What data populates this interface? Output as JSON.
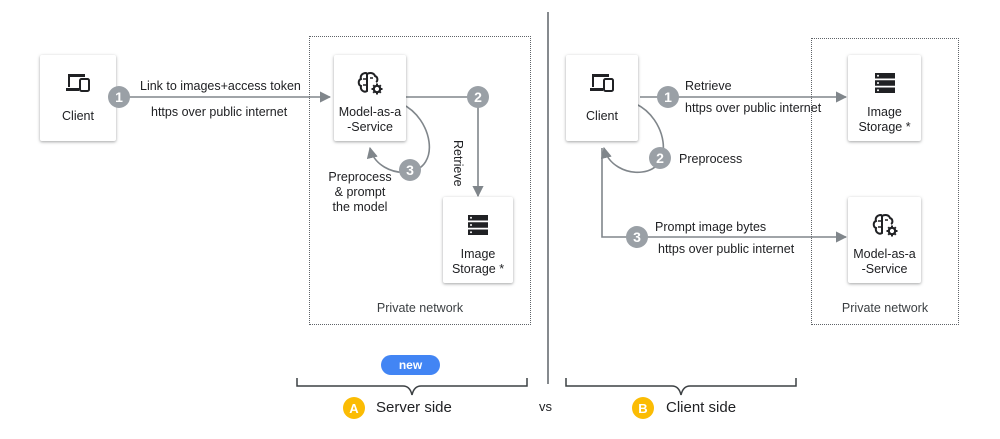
{
  "panel_a": {
    "client_label": "Client",
    "maas_label": "Model-as-a\n-Service",
    "storage_label": "Image\nStorage *",
    "private_network_label": "Private network",
    "step1_text_line1": "Link to images+access token",
    "step1_text_line2": "https over public internet",
    "step2_text": "Retrieve",
    "step3_text": "Preprocess\n& prompt\nthe model",
    "step_numbers": [
      "1",
      "2",
      "3"
    ],
    "new_badge": "new",
    "footer_badge": "A",
    "footer_title": "Server side"
  },
  "vs_label": "vs",
  "panel_b": {
    "client_label": "Client",
    "storage_label": "Image\nStorage *",
    "maas_label": "Model-as-a\n-Service",
    "private_network_label": "Private network",
    "step1_text_line1": "Retrieve",
    "step1_text_line2": "https over public internet",
    "step2_text": "Preprocess",
    "step3_text_line1": "Prompt image bytes",
    "step3_text_line2": "https over public internet",
    "step_numbers": [
      "1",
      "2",
      "3"
    ],
    "footer_badge": "B",
    "footer_title": "Client side"
  },
  "colors": {
    "step_circle": "#9aa0a6",
    "connector": "#80868b",
    "new_pill": "#4285f4",
    "footer_badge": "#fbbc04"
  },
  "icons": {
    "client": "devices-icon",
    "maas": "brain-gear-icon",
    "storage": "storage-icon"
  }
}
